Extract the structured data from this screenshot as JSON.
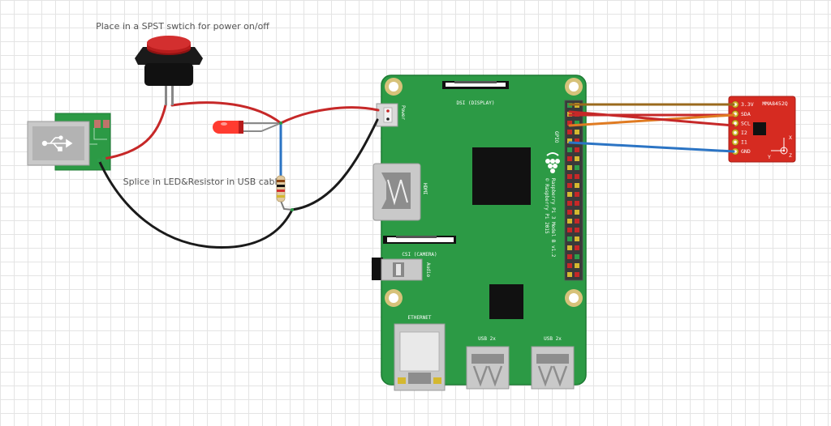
{
  "annotations": {
    "switch_note": "Place in a SPST swtich for power on/off",
    "splice_note": "Splice in LED&Resistor in USB cable"
  },
  "pi": {
    "dsi_label": "DSI (DISPLAY)",
    "csi_label": "CSI (CAMERA)",
    "hdmi_label": "HDMI",
    "audio_label": "Audio",
    "power_label": "Power",
    "ethernet_label": "ETHERNET",
    "usb1_label": "USB 2x",
    "usb2_label": "USB 2x",
    "gpio_label": "GPIO",
    "model_line1": "Raspberry Pi 3 Model B v1.2",
    "model_line2": "© Raspberry Pi 2015"
  },
  "sensor": {
    "title": "MMA8452Q",
    "pins": [
      "3.3V",
      "SDA",
      "SCL",
      "I2",
      "I1",
      "GND"
    ],
    "axis_x": "X",
    "axis_y": "Y",
    "axis_z": "Z"
  },
  "colors": {
    "pi_board": "#2c9a45",
    "sensor_board": "#d62b21",
    "wire_red": "#c62828",
    "wire_black": "#222222",
    "wire_blue": "#2b74c4",
    "wire_brown": "#9a6a1d",
    "wire_orange": "#e07b22",
    "button_red": "#d32f2f",
    "led_red": "#ff3b30"
  }
}
